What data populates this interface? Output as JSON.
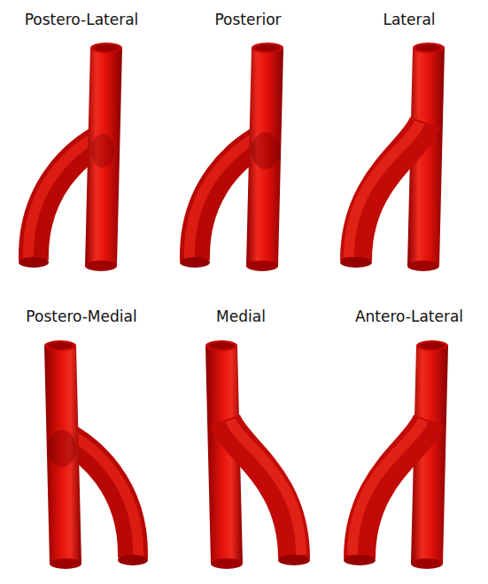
{
  "diagram": {
    "labels": [
      "Postero-Lateral",
      "Posterior",
      "Lateral",
      "Postero-Medial",
      "Medial",
      "Antero-Lateral"
    ]
  }
}
